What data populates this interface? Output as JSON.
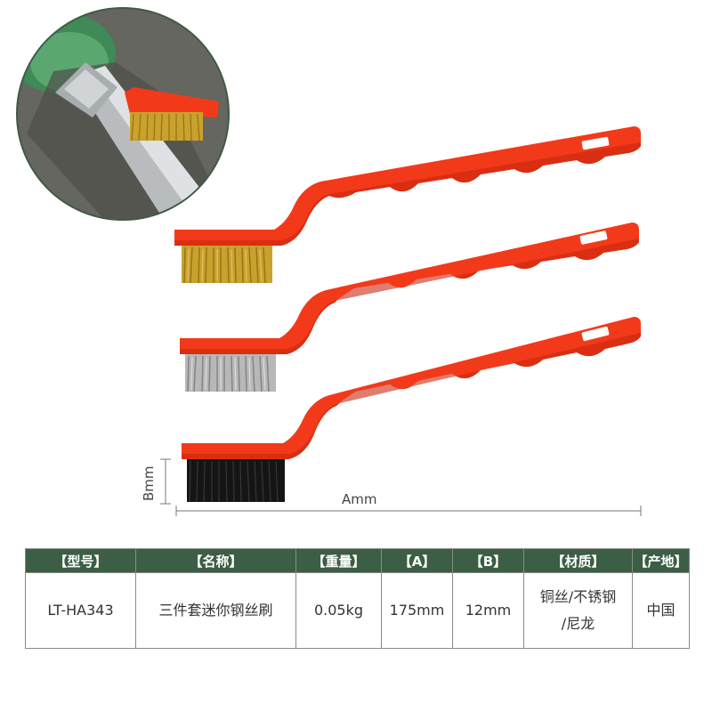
{
  "colors": {
    "handle": "#f23a1a",
    "handle_shadow": "#c9270f",
    "brass": "#c9a22e",
    "steel": "#b8b8b8",
    "nylon": "#151515",
    "table_header": "#3b5e44"
  },
  "brushes": [
    {
      "bristle": "brass",
      "icon": "brass-brush-icon"
    },
    {
      "bristle": "steel",
      "icon": "steel-brush-icon"
    },
    {
      "bristle": "nylon",
      "icon": "nylon-brush-icon"
    }
  ],
  "dimensions": {
    "a_label": "Amm",
    "b_label": "Bmm"
  },
  "spec_table": {
    "headers": [
      "【型号】",
      "【名称】",
      "【重量】",
      "【A】",
      "【B】",
      "【材质】",
      "【产地】"
    ],
    "model": "LT-HA343",
    "name": "三件套迷你钢丝刷",
    "weight": "0.05kg",
    "a": "175mm",
    "b": "12mm",
    "material_line1": "铜丝/不锈钢",
    "material_line2": "/尼龙",
    "origin": "中国"
  }
}
